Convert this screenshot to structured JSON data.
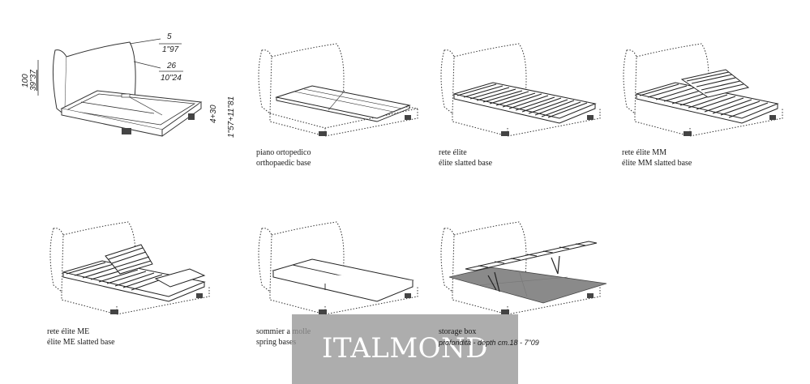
{
  "dimensions": {
    "height_cm": "100",
    "height_in": "39\"37",
    "headboard_thick_cm": "5",
    "headboard_thick_in": "1\"97",
    "headboard_depth_cm": "26",
    "headboard_depth_in": "10\"24",
    "base_height_cm": "4+30",
    "base_height_in": "1\"57+11\"81"
  },
  "captions": [
    {
      "it": "piano ortopedico",
      "en": "orthopaedic base"
    },
    {
      "it": "rete élite",
      "en": "élite slatted base"
    },
    {
      "it": "rete élite MM",
      "en": "élite MM slatted base"
    },
    {
      "it": "rete élite ME",
      "en": "élite ME slatted base"
    },
    {
      "it": "sommier a molle",
      "en": "spring bases"
    },
    {
      "it": "storage box",
      "en": "profondità - depth cm.18 - 7\"09"
    }
  ],
  "watermark": "ITALMOND"
}
